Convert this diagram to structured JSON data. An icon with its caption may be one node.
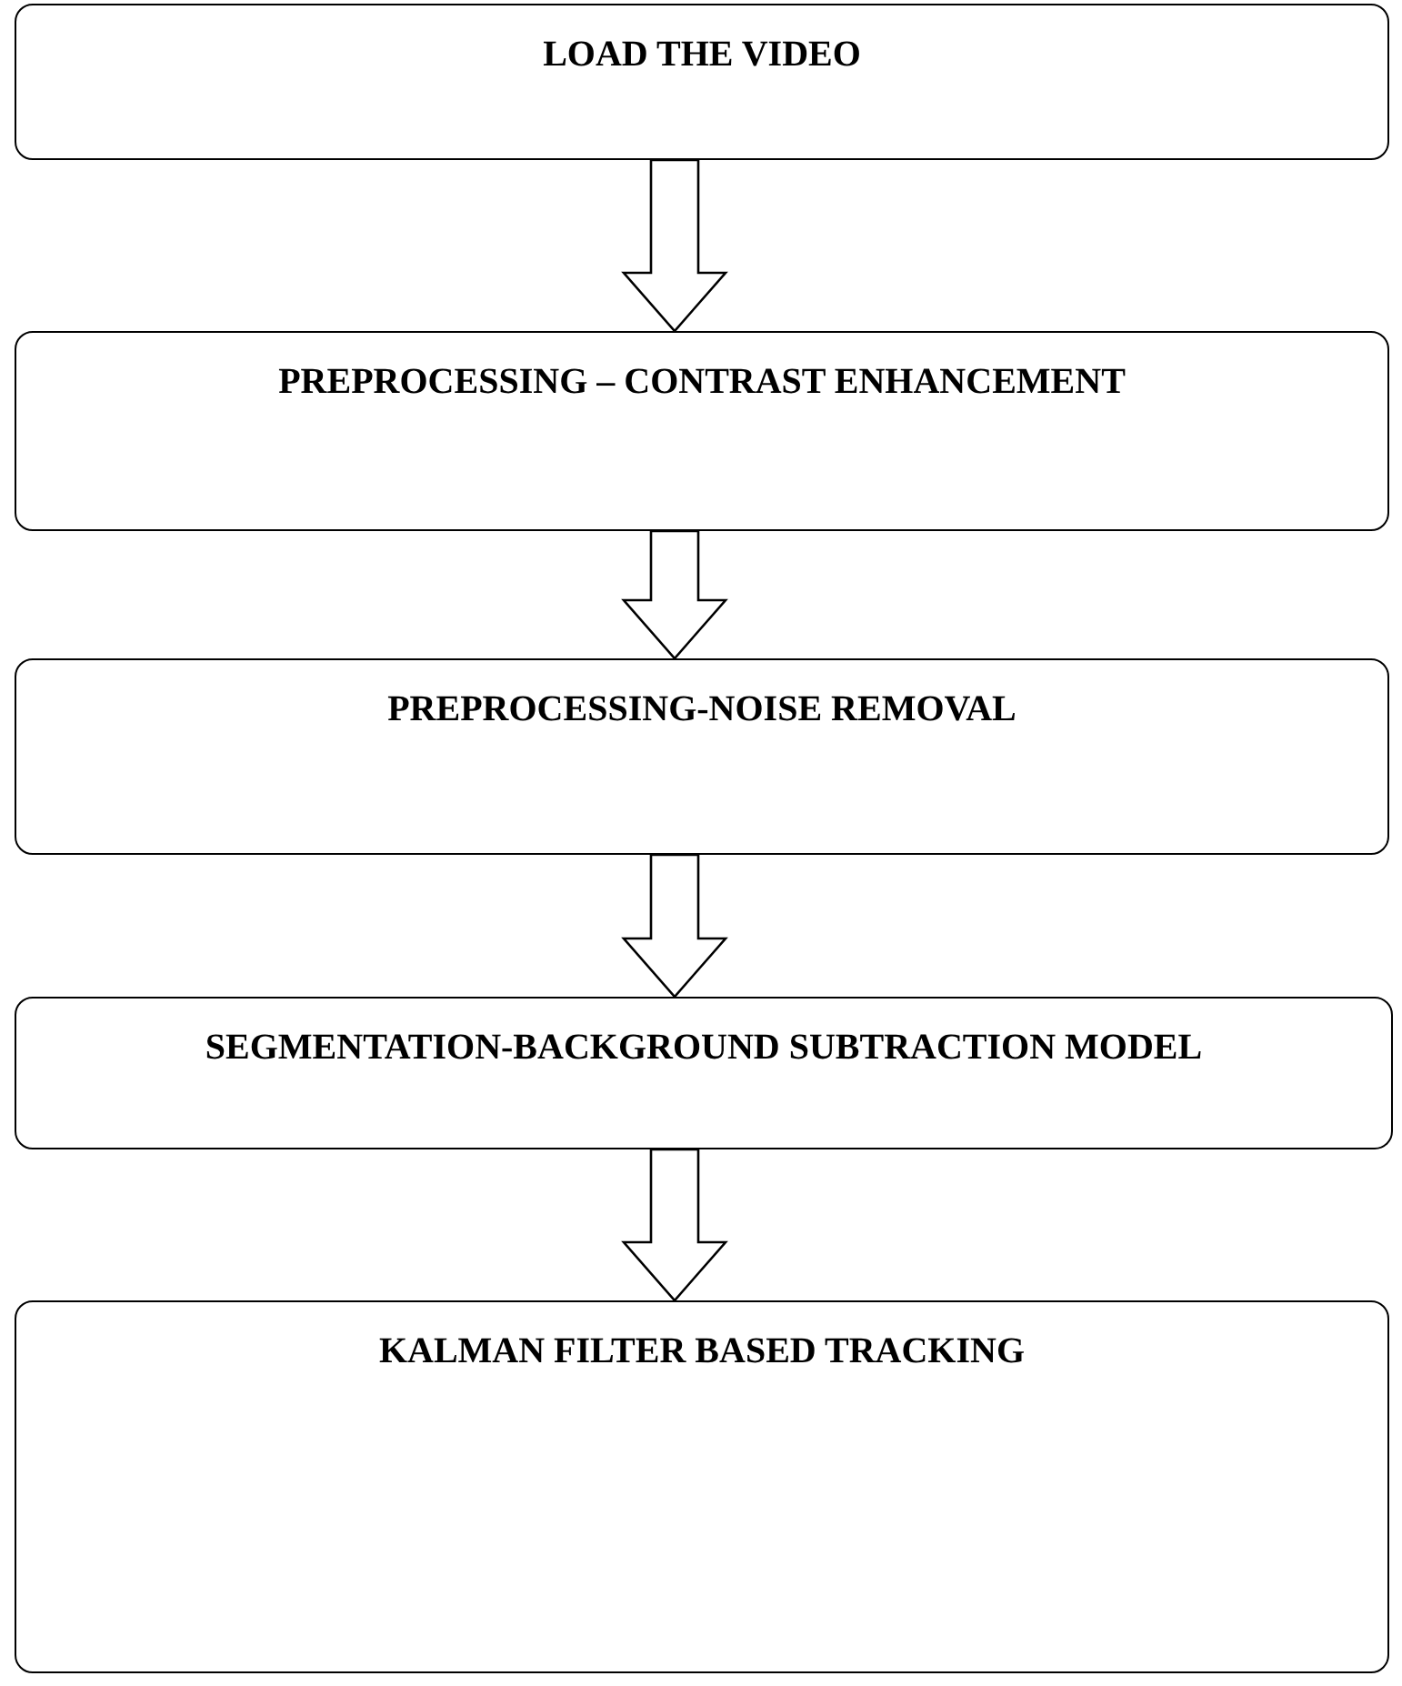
{
  "diagram": {
    "nodes": [
      {
        "text": [
          "LOAD THE VIDEO"
        ]
      },
      {
        "text": [
          "PREPROCESSING – CONTRAST ENHANCEMENT"
        ]
      },
      {
        "text": [
          "PREPROCESSING-NOISE REMOVAL"
        ]
      },
      {
        "text": [
          "SEGMENTATION-BACKGROUND SUBTRACTION MODEL"
        ]
      },
      {
        "text": [
          "KALMAN FILTER BASED TRACKING"
        ]
      }
    ],
    "edges": [
      {
        "from": 0,
        "to": 1,
        "arrow": "to"
      },
      {
        "from": 1,
        "to": 2,
        "arrow": "to"
      },
      {
        "from": 2,
        "to": 3,
        "arrow": "to"
      },
      {
        "from": 3,
        "to": 4,
        "arrow": "to"
      }
    ]
  }
}
